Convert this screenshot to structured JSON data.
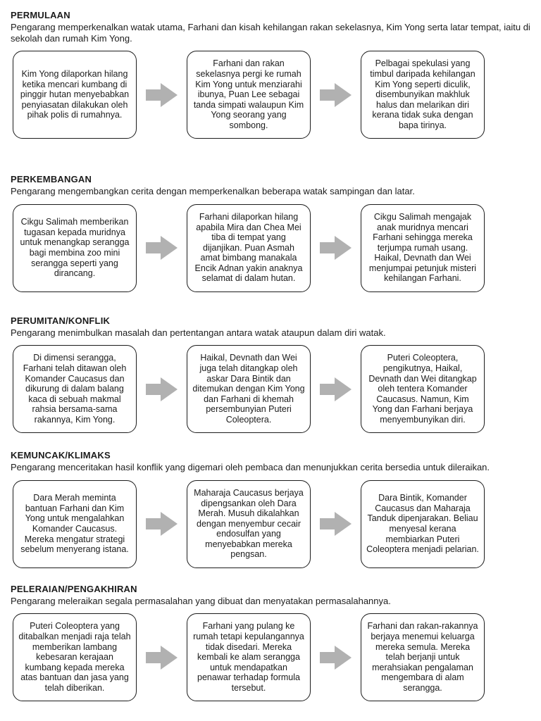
{
  "colors": {
    "arrow": "#b1b1b1",
    "box_border": "#1c1c1c",
    "text": "#1c1c1c",
    "background": "#ffffff"
  },
  "sections": [
    {
      "heading": "PERMULAAN",
      "description": "Pengarang memperkenalkan watak utama, Farhani dan kisah kehilangan rakan sekelasnya, Kim Yong serta latar tempat, iaitu di sekolah dan rumah Kim Yong.",
      "boxes": [
        "Kim Yong dilaporkan hilang ketika mencari kumbang di pinggir hutan menyebabkan penyiasatan dilakukan oleh pihak polis di rumahnya.",
        "Farhani dan rakan sekelasnya pergi ke rumah Kim Yong untuk menziarahi ibunya, Puan Lee sebagai tanda simpati walaupun Kim Yong seorang yang sombong.",
        "Pelbagai spekulasi yang timbul daripada kehilangan Kim Yong seperti diculik, disembunyikan makhluk halus dan melarikan diri kerana tidak suka dengan bapa tirinya."
      ]
    },
    {
      "heading": "PERKEMBANGAN",
      "description": "Pengarang mengembangkan cerita dengan memperkenalkan beberapa watak sampingan dan latar.",
      "boxes": [
        "Cikgu Salimah memberikan tugasan kepada muridnya untuk menangkap serangga bagi membina zoo mini serangga seperti yang dirancang.",
        "Farhani dilaporkan hilang apabila Mira dan Chea Mei tiba di tempat yang dijanjikan. Puan Asmah amat bimbang manakala Encik Adnan yakin anaknya selamat di dalam hutan.",
        "Cikgu Salimah mengajak anak muridnya mencari Farhani sehingga mereka terjumpa rumah usang. Haikal, Devnath dan Wei menjumpai petunjuk misteri kehilangan Farhani."
      ]
    },
    {
      "heading": "PERUMITAN/KONFLIK",
      "description": "Pengarang menimbulkan masalah dan pertentangan antara watak ataupun dalam diri watak.",
      "boxes": [
        "Di dimensi serangga, Farhani telah ditawan oleh Komander Caucasus dan dikurung di dalam balang kaca di sebuah makmal rahsia bersama-sama rakannya, Kim Yong.",
        "Haikal, Devnath dan Wei juga telah ditangkap oleh askar Dara Bintik dan ditemukan dengan Kim Yong dan Farhani di khemah persembunyian Puteri Coleoptera.",
        "Puteri Coleoptera, pengikutnya, Haikal, Devnath dan Wei ditangkap oleh tentera Komander Caucasus. Namun, Kim Yong dan Farhani berjaya menyembunyikan diri."
      ]
    },
    {
      "heading": "KEMUNCAK/KLIMAKS",
      "description": "Pengarang menceritakan hasil konflik yang digemari oleh pembaca dan menunjukkan cerita bersedia untuk dileraikan.",
      "boxes": [
        "Dara Merah meminta bantuan Farhani dan Kim Yong untuk mengalahkan Komander Caucasus. Mereka mengatur strategi sebelum menyerang istana.",
        "Maharaja Caucasus berjaya dipengsankan oleh Dara Merah. Musuh dikalahkan dengan menyembur cecair endosulfan yang menyebabkan mereka pengsan.",
        "Dara Bintik, Komander Caucasus dan Maharaja Tanduk dipenjarakan. Beliau menyesal kerana membiarkan Puteri Coleoptera menjadi pelarian."
      ]
    },
    {
      "heading": "PELERAIAN/PENGAKHIRAN",
      "description": "Pengarang meleraikan segala permasalahan yang dibuat dan menyatakan permasalahannya.",
      "boxes": [
        "Puteri Coleoptera yang ditabalkan menjadi raja telah memberikan lambang kebesaran kerajaan kumbang kepada mereka atas bantuan dan jasa yang telah diberikan.",
        "Farhani yang pulang ke rumah tetapi kepulangannya tidak disedari. Mereka kembali ke alam serangga untuk mendapatkan penawar terhadap formula tersebut.",
        "Farhani dan rakan-rakannya berjaya menemui keluarga mereka semula. Mereka telah berjanji untuk merahsiakan pengalaman mengembara di alam serangga."
      ]
    }
  ]
}
